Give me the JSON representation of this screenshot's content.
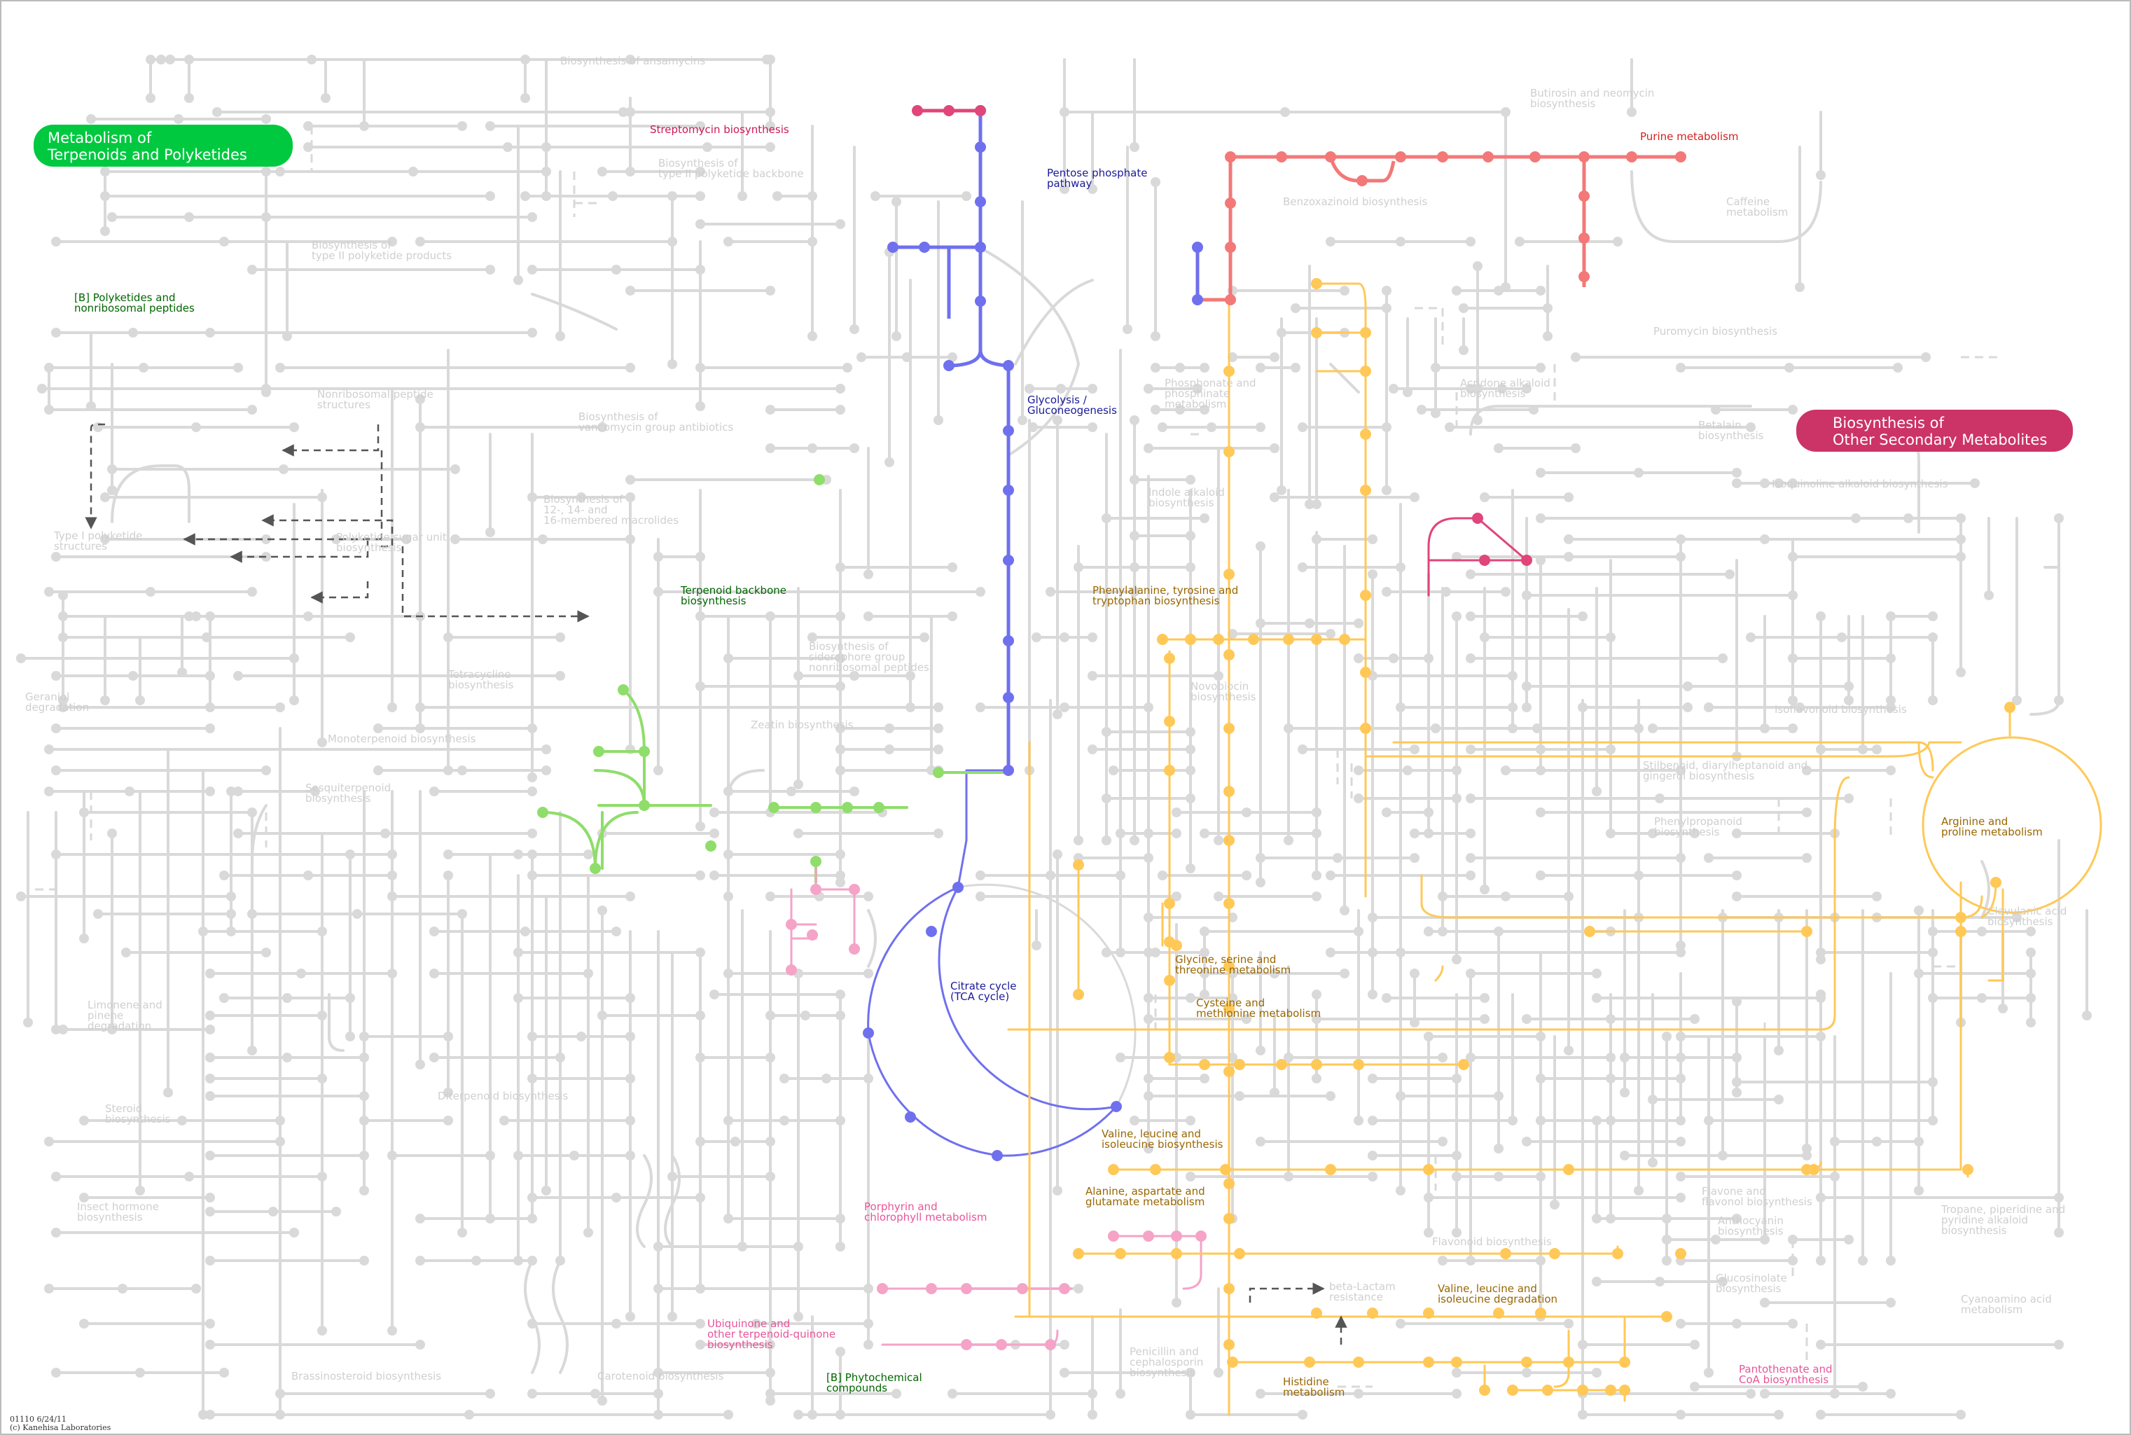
{
  "colors": {
    "background": "#ffffff",
    "gray": "#d9d9d9",
    "terpenoid_badge": "#00c940",
    "secondary_badge": "#cc3366",
    "crimson": "#e0457b",
    "salmon": "#f37878",
    "blue": "#6f70ee",
    "green": "#8fdd6a",
    "orange": "#ffc857",
    "pink": "#f5a3c7",
    "label_blue": "#1a1a99",
    "label_green": "#006600",
    "label_crimson": "#cc1a55",
    "label_red": "#d42020",
    "label_brown": "#996600",
    "label_pink": "#e8559a"
  },
  "badges": {
    "terpenoids": [
      "Metabolism of",
      "Terpenoids and Polyketides"
    ],
    "secondary": [
      "Biosynthesis of",
      "Other Secondary Metabolites"
    ]
  },
  "labels": {
    "ansamycins": [
      "Biosynthesis of ansamycins"
    ],
    "butirosin": [
      "Butirosin and neomycin",
      "biosynthesis"
    ],
    "streptomycin": [
      "Streptomycin biosynthesis"
    ],
    "purine": [
      "Purine metabolism"
    ],
    "type2_backbone": [
      "Biosynthesis of",
      "type II polyketide backbone"
    ],
    "pentose": [
      "Pentose phosphate",
      "pathway"
    ],
    "benzoxazinoid": [
      "Benzoxazinoid biosynthesis"
    ],
    "caffeine": [
      "Caffeine",
      "metabolism"
    ],
    "type2_products": [
      "Biosynthesis of",
      "type II polyketide products"
    ],
    "polyketides_nrp": [
      "[B] Polyketides and",
      "nonribosomal peptides"
    ],
    "puromycin": [
      "Puromycin biosynthesis"
    ],
    "nrp_structures": [
      "Nonribosomal peptide",
      "structures"
    ],
    "phosphonate": [
      "Phosphonate and",
      "phosphinate",
      "metabolism"
    ],
    "acridone": [
      "Acridone alkaloid",
      "biosynthesis"
    ],
    "glycolysis": [
      "Glycolysis /",
      "Gluconeogenesis"
    ],
    "vancomycin": [
      "Biosynthesis of",
      "vancomycin group antibiotics"
    ],
    "betalain": [
      "Betalain",
      "biosynthesis"
    ],
    "isoquinoline": [
      "Isoquinoline alkaloid biosynthesis"
    ],
    "macrolides": [
      "Biosynthesis of",
      "12-, 14- and",
      "16-membered macrolides"
    ],
    "indole": [
      "Indole alkaloid",
      "biosynthesis"
    ],
    "type1_structures": [
      "Type I polyketide",
      "structures"
    ],
    "polyketide_sugar": [
      "Polyketide sugar unit",
      "biosynthesis"
    ],
    "terpenoid_backbone": [
      "Terpenoid backbone",
      "biosynthesis"
    ],
    "phe_tyr_trp": [
      "Phenylalanine, tyrosine and",
      "tryptophan biosynthesis"
    ],
    "siderophore": [
      "Biosynthesis of",
      "siderophore group",
      "nonribosomal peptides"
    ],
    "novobiocin": [
      "Novobiocin",
      "biosynthesis"
    ],
    "tetracycline": [
      "Tetracycline",
      "biosynthesis"
    ],
    "geraniol": [
      "Geraniol",
      "degradation"
    ],
    "isoflavonoid": [
      "Isoflavonoid biosynthesis"
    ],
    "zeatin": [
      "Zeatin biosynthesis"
    ],
    "monoterpenoid": [
      "Monoterpenoid biosynthesis"
    ],
    "stilbenoid": [
      "Stilbenoid, diarylheptanoid and",
      "gingerol biosynthesis"
    ],
    "sesquiterpenoid": [
      "Sesquiterpenoid",
      "biosynthesis"
    ],
    "phenylpropanoid": [
      "Phenylpropanoid",
      "biosynthesis"
    ],
    "arginine": [
      "Arginine and",
      "proline metabolism"
    ],
    "clavulanic": [
      "Clavulanic acid",
      "biosynthesis"
    ],
    "glycine": [
      "Glycine, serine and",
      "threonine metabolism"
    ],
    "citrate": [
      "Citrate cycle",
      "(TCA cycle)"
    ],
    "cysteine": [
      "Cysteine and",
      "methionine metabolism"
    ],
    "limonene": [
      "Limonene and",
      "pinene",
      "degradation"
    ],
    "diterpenoid": [
      "Diterpenoid biosynthesis"
    ],
    "steroid": [
      "Steroid",
      "biosynthesis"
    ],
    "valine_bio": [
      "Valine, leucine and",
      "isoleucine biosynthesis"
    ],
    "alanine": [
      "Alanine, aspartate and",
      "glutamate metabolism"
    ],
    "insect_hormone": [
      "Insect hormone",
      "biosynthesis"
    ],
    "porphyrin": [
      "Porphyrin and",
      "chlorophyll metabolism"
    ],
    "flavone": [
      "Flavone and",
      "flavonol biosynthesis"
    ],
    "anthocyanin": [
      "Anthocyanin",
      "biosynthesis"
    ],
    "tropane": [
      "Tropane, piperidine and",
      "pyridine alkaloid",
      "biosynthesis"
    ],
    "flavonoid": [
      "Flavonoid biosynthesis"
    ],
    "beta_lactam": [
      "beta-Lactam",
      "resistance"
    ],
    "valine_deg": [
      "Valine, leucine and",
      "isoleucine degradation"
    ],
    "glucosinolate": [
      "Glucosinolate",
      "biosynthesis"
    ],
    "cyanoamino": [
      "Cyanoamino acid",
      "metabolism"
    ],
    "ubiquinone": [
      "Ubiquinone and",
      "other terpenoid-quinone",
      "biosynthesis"
    ],
    "penicillin": [
      "Penicillin and",
      "cephalosporin",
      "biosynthesis"
    ],
    "pantothenate": [
      "Pantothenate and",
      "CoA biosynthesis"
    ],
    "histidine": [
      "Histidine",
      "metabolism"
    ],
    "brassinosteroid": [
      "Brassinosteroid biosynthesis"
    ],
    "carotenoid": [
      "Carotenoid biosynthesis"
    ],
    "phytochemical": [
      "[B] Phytochemical",
      "compounds"
    ]
  },
  "footer": [
    "01110 6/24/11",
    "(c) Kanehisa Laboratories"
  ]
}
